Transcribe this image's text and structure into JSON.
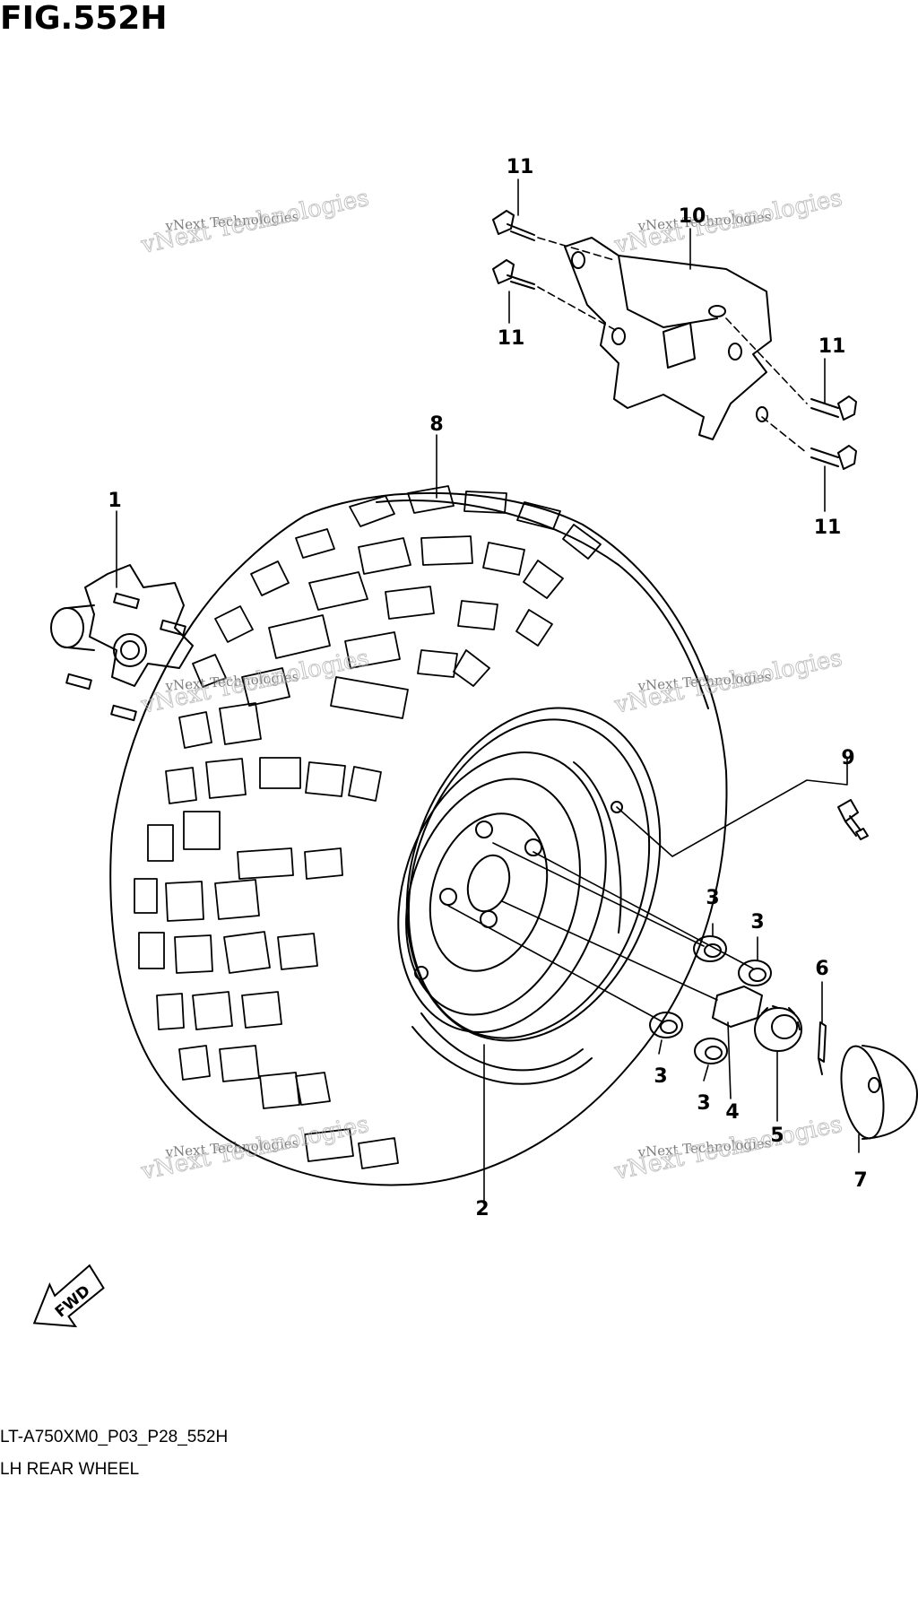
{
  "figure": {
    "title": "FIG.552H",
    "code": "LT-A750XM0_P03_P28_552H",
    "name": "LH REAR WHEEL"
  },
  "fwd_label": "FWD",
  "watermark": {
    "line1": "vNext Technologies",
    "line2": "vNext Technologies"
  },
  "callouts": [
    "1",
    "2",
    "3",
    "3",
    "3",
    "3",
    "4",
    "5",
    "6",
    "7",
    "8",
    "9",
    "10",
    "11",
    "11",
    "11",
    "11"
  ],
  "colors": {
    "line": "#000000",
    "watermark": "#aaaaaa"
  }
}
